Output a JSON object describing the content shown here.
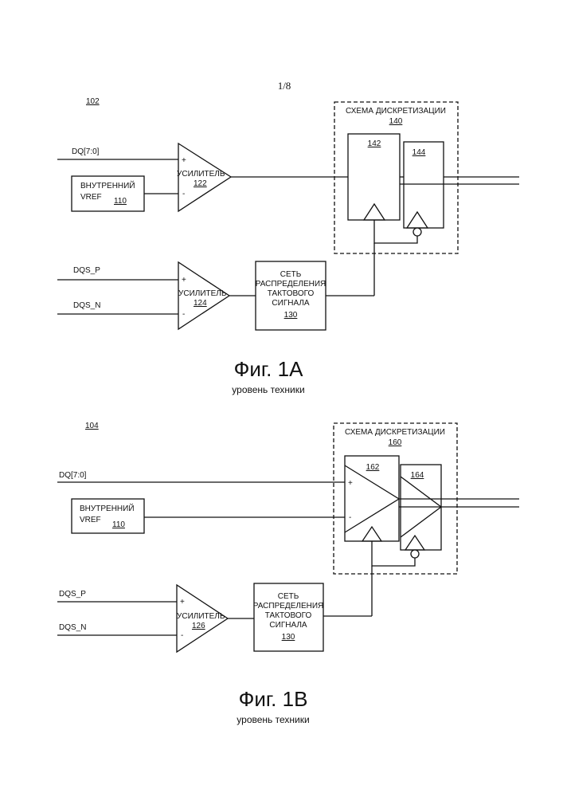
{
  "page_number": "1/8",
  "fig_a": {
    "ref": "102",
    "dq_label": "DQ[7:0]",
    "vref_line1": "ВНУТРЕННИЙ",
    "vref_line2": "VREF",
    "vref_ref": "110",
    "amp_data_label": "УСИЛИТЕЛЬ",
    "amp_data_ref": "122",
    "sampler_title": "СХЕМА ДИСКРЕТИЗАЦИИ",
    "sampler_ref": "140",
    "ff1_ref": "142",
    "ff2_ref": "144",
    "dqs_p": "DQS_P",
    "dqs_n": "DQS_N",
    "amp_clk_label": "УСИЛИТЕЛЬ",
    "amp_clk_ref": "124",
    "clk_line1": "СЕТЬ",
    "clk_line2": "РАСПРЕДЕЛЕНИЯ",
    "clk_line3": "ТАКТОВОГО",
    "clk_line4": "СИГНАЛА",
    "clk_ref": "130",
    "plus": "+",
    "minus": "-",
    "caption": "Фиг. 1А",
    "subcaption": "уровень техники"
  },
  "fig_b": {
    "ref": "104",
    "dq_label": "DQ[7:0]",
    "vref_line1": "ВНУТРЕННИЙ",
    "vref_line2": "VREF",
    "vref_ref": "110",
    "sampler_title": "СХЕМА ДИСКРЕТИЗАЦИИ",
    "sampler_ref": "160",
    "cmp1_ref": "162",
    "cmp2_ref": "164",
    "dqs_p": "DQS_P",
    "dqs_n": "DQS_N",
    "amp_clk_label": "УСИЛИТЕЛЬ",
    "amp_clk_ref": "126",
    "clk_line1": "СЕТЬ",
    "clk_line2": "РАСПРЕДЕЛЕНИЯ",
    "clk_line3": "ТАКТОВОГО",
    "clk_line4": "СИГНАЛА",
    "clk_ref": "130",
    "plus": "+",
    "minus": "-",
    "caption": "Фиг. 1В",
    "subcaption": "уровень техники"
  }
}
